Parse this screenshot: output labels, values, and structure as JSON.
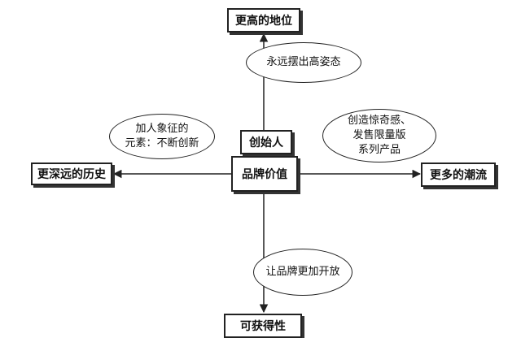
{
  "diagram": {
    "center": "品牌价值",
    "founder": "创始人",
    "top_goal": "更高的地位",
    "left_goal": "更深远的历史",
    "right_goal": "更多的潮流",
    "bottom_goal": "可获得性",
    "top_ellipse": "永远摆出高姿态",
    "left_ellipse": "加人象征的\n元素：不断创新",
    "right_ellipse": "创造惊奇感、\n发售限量版\n系列产品",
    "bottom_ellipse": "让品牌更加开放"
  }
}
